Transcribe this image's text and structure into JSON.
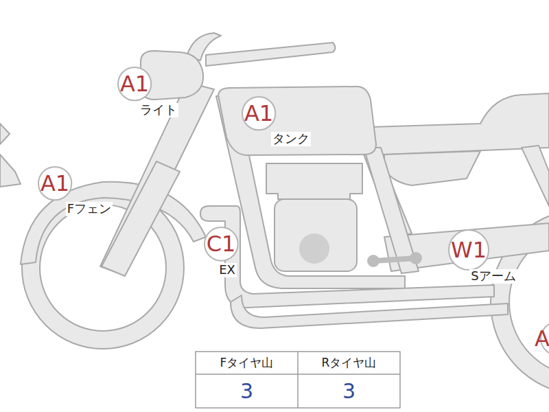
{
  "diagram": {
    "nodes": [
      {
        "text": [
          "A1",
          "ライト"
        ]
      },
      {
        "text": [
          "A1",
          "タンク"
        ]
      },
      {
        "text": [
          "A1",
          "Fフェン"
        ]
      },
      {
        "text": [
          "C1",
          "EX"
        ]
      },
      {
        "text": [
          "W1",
          "Sアーム"
        ]
      },
      {
        "text": [
          "A"
        ]
      }
    ],
    "labels": [
      "Fタイヤ山",
      "Rタイヤ山",
      "3",
      "3"
    ]
  }
}
